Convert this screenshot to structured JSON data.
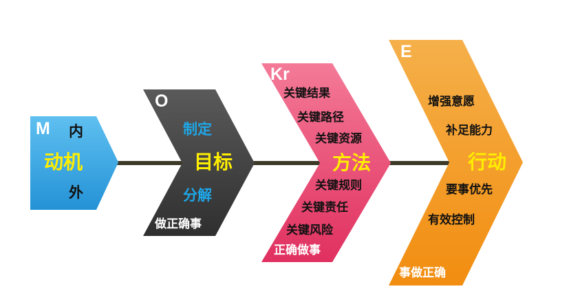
{
  "colors": {
    "m_block": "#3ea8e4",
    "o_block": "#474747",
    "kr_block": "#e8456f",
    "e_block": "#f39a1e",
    "spine": "#3c3a26",
    "blue_text": "#1ea7e8",
    "yellow_text": "#ffee00",
    "black_text": "#111111",
    "white_text": "#ffffff"
  },
  "m": {
    "letter": "M",
    "top": "内",
    "main": "动机",
    "bottom": "外"
  },
  "o": {
    "letter": "O",
    "top": "制定",
    "main": "目标",
    "bottom": "分解",
    "footer": "做正确事"
  },
  "kr": {
    "letter": "Kr",
    "items_top": [
      "关键结果",
      "关键路径",
      "关键资源"
    ],
    "main": "方法",
    "items_bottom": [
      "关键规则",
      "关键责任",
      "关键风险"
    ],
    "footer": "正确做事"
  },
  "e": {
    "letter": "E",
    "items_top": [
      "增强意愿",
      "补足能力"
    ],
    "main": "行动",
    "items_bottom": [
      "要事优先",
      "有效控制"
    ],
    "footer": "事做正确"
  }
}
